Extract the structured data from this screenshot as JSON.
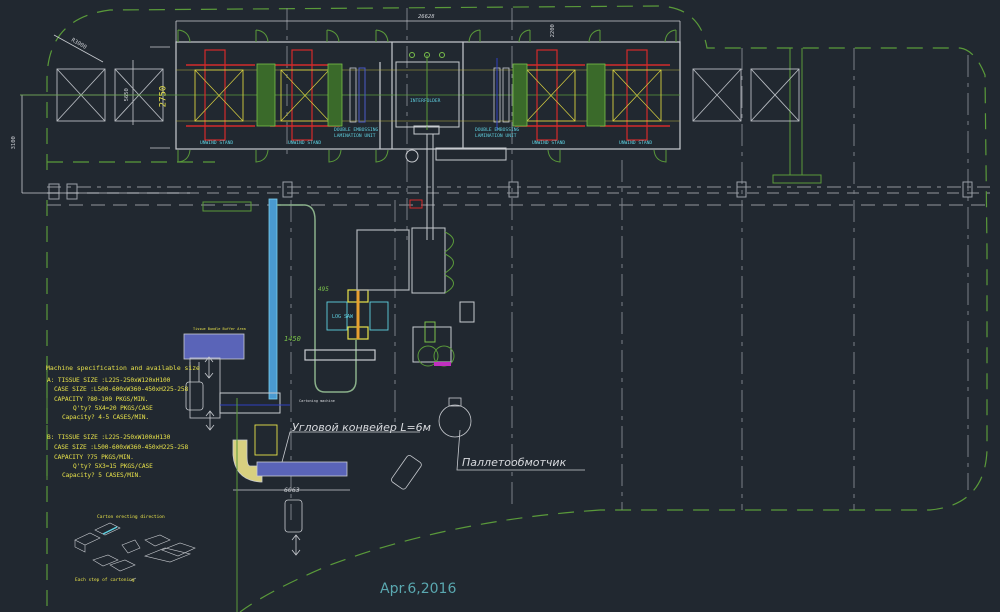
{
  "drawing": {
    "date": "Apr.6,2016",
    "dimensions": {
      "overall_length": "26628",
      "top_offset": "2200",
      "radius": "R3000",
      "left_height": "3100",
      "stand_width": "5650",
      "stand_inner": "2750",
      "conveyor_offset": "1450",
      "offset_495": "495",
      "conveyor_length": "6063"
    },
    "labels": {
      "unwind_stand": "UNWIND STAND",
      "double_embossing": "DOUBLE EMBOSSING",
      "lamination_unit": "LAMINATION UNIT",
      "interfolder": "INTERFOLDER",
      "log_saw": "LOG SAW",
      "corner_conveyor": "Угловой  конвейер   L=6м",
      "pallet_wrapper": "Паллетообмотчик",
      "carton_erecting": "Carton erecting direction",
      "each_step": "Each step of cartoning",
      "tissue_bundler": "Tissue Bundle Buffer Area",
      "cartoning_machine": "Cartoning machine"
    },
    "spec": {
      "title": "Machine specification and available size",
      "a": {
        "tissue_size": "A: TISSUE  SIZE  :L225-250xW120xH100",
        "case_size": "CASE  SIZE   :L500-600xW360-450xH225-258",
        "capacity": "CAPACITY  ?80-100 PKGS/MIN.",
        "qty": "Q'ty?  5X4=20 PKGS/CASE",
        "capacity2": "Capacity?  4-5 CASES/MIN."
      },
      "b": {
        "tissue_size": "B: TISSUE  SIZE  :L225-250xW100xH130",
        "case_size": "CASE  SIZE   :L500-600xW360-450xH225-258",
        "capacity": "CAPACITY  ?75 PKGS/MIN.",
        "qty": "Q'ty?  5X3=15 PKGS/CASE",
        "capacity2": "Capacity?  5 CASES/MIN."
      }
    },
    "colors": {
      "background": "#212830",
      "wall": "#5a9a3a",
      "line": "#c8cbd0",
      "equipment_red": "#d42a2a",
      "yellow": "#d8d040",
      "cyan": "#5fd0e0",
      "blue_conveyor": "#6a70c8",
      "magenta": "#d030d0"
    }
  }
}
